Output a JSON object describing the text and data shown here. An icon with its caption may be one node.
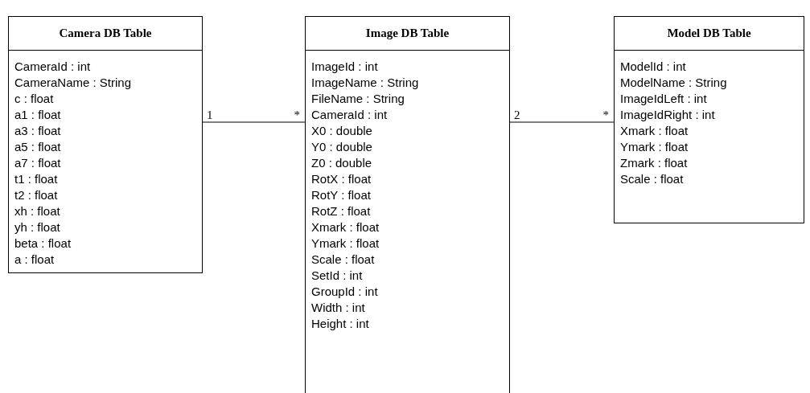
{
  "diagram": {
    "nodes": [
      {
        "text": [
          "Camera DB Table",
          "CameraId : int",
          "CameraName : String",
          "c : float",
          "a1 : float",
          "a3 : float",
          "a5 : float",
          "a7 : float",
          "t1 : float",
          "t2 : float",
          "xh : float",
          "yh : float",
          "beta : float",
          "a : float"
        ]
      },
      {
        "text": [
          "Image DB Table",
          "ImageId : int",
          "ImageName : String",
          "FileName : String",
          "CameraId : int",
          "X0 : double",
          "Y0 : double",
          "Z0 : double",
          "RotX : float",
          "RotY : float",
          "RotZ : float",
          "Xmark : float",
          "Ymark : float",
          "Scale : float",
          "SetId : int",
          "GroupId : int",
          "Width : int",
          "Height : int"
        ]
      },
      {
        "text": [
          "Model DB Table",
          "ModelId : int",
          "ModelName : String",
          "ImageIdLeft : int",
          "ImageIdRight : int",
          "Xmark : float",
          "Ymark : float",
          "Zmark : float",
          "Scale : float"
        ]
      }
    ],
    "edges": [
      {
        "from": 0,
        "to": 1,
        "arrow": "none"
      },
      {
        "from": 1,
        "to": 2,
        "arrow": "none"
      }
    ],
    "labels": [
      "1",
      "*",
      "2",
      "*"
    ]
  }
}
